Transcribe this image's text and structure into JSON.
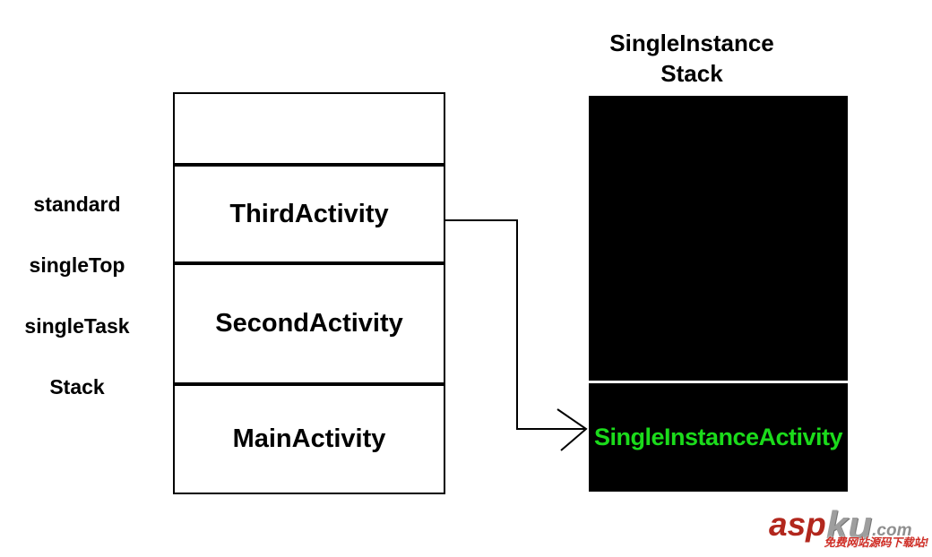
{
  "diagram": {
    "left_labels": [
      "standard",
      "singleTop",
      "singleTask",
      "Stack"
    ],
    "main_stack": {
      "rows": [
        "",
        "ThirdActivity",
        "SecondActivity",
        "MainActivity"
      ]
    },
    "single_instance_stack": {
      "title_line1": "SingleInstance",
      "title_line2": "Stack",
      "activity": "SingleInstanceActivity",
      "activity_color": "#1bdb1b",
      "box_color": "#000000"
    }
  },
  "watermark": {
    "brand_asp": "asp",
    "brand_ku": "ku",
    "brand_tld": ".com",
    "tagline": "免费网站源码下载站!",
    "asp_color": "#b2271d",
    "tagline_color": "#cf2c24"
  }
}
